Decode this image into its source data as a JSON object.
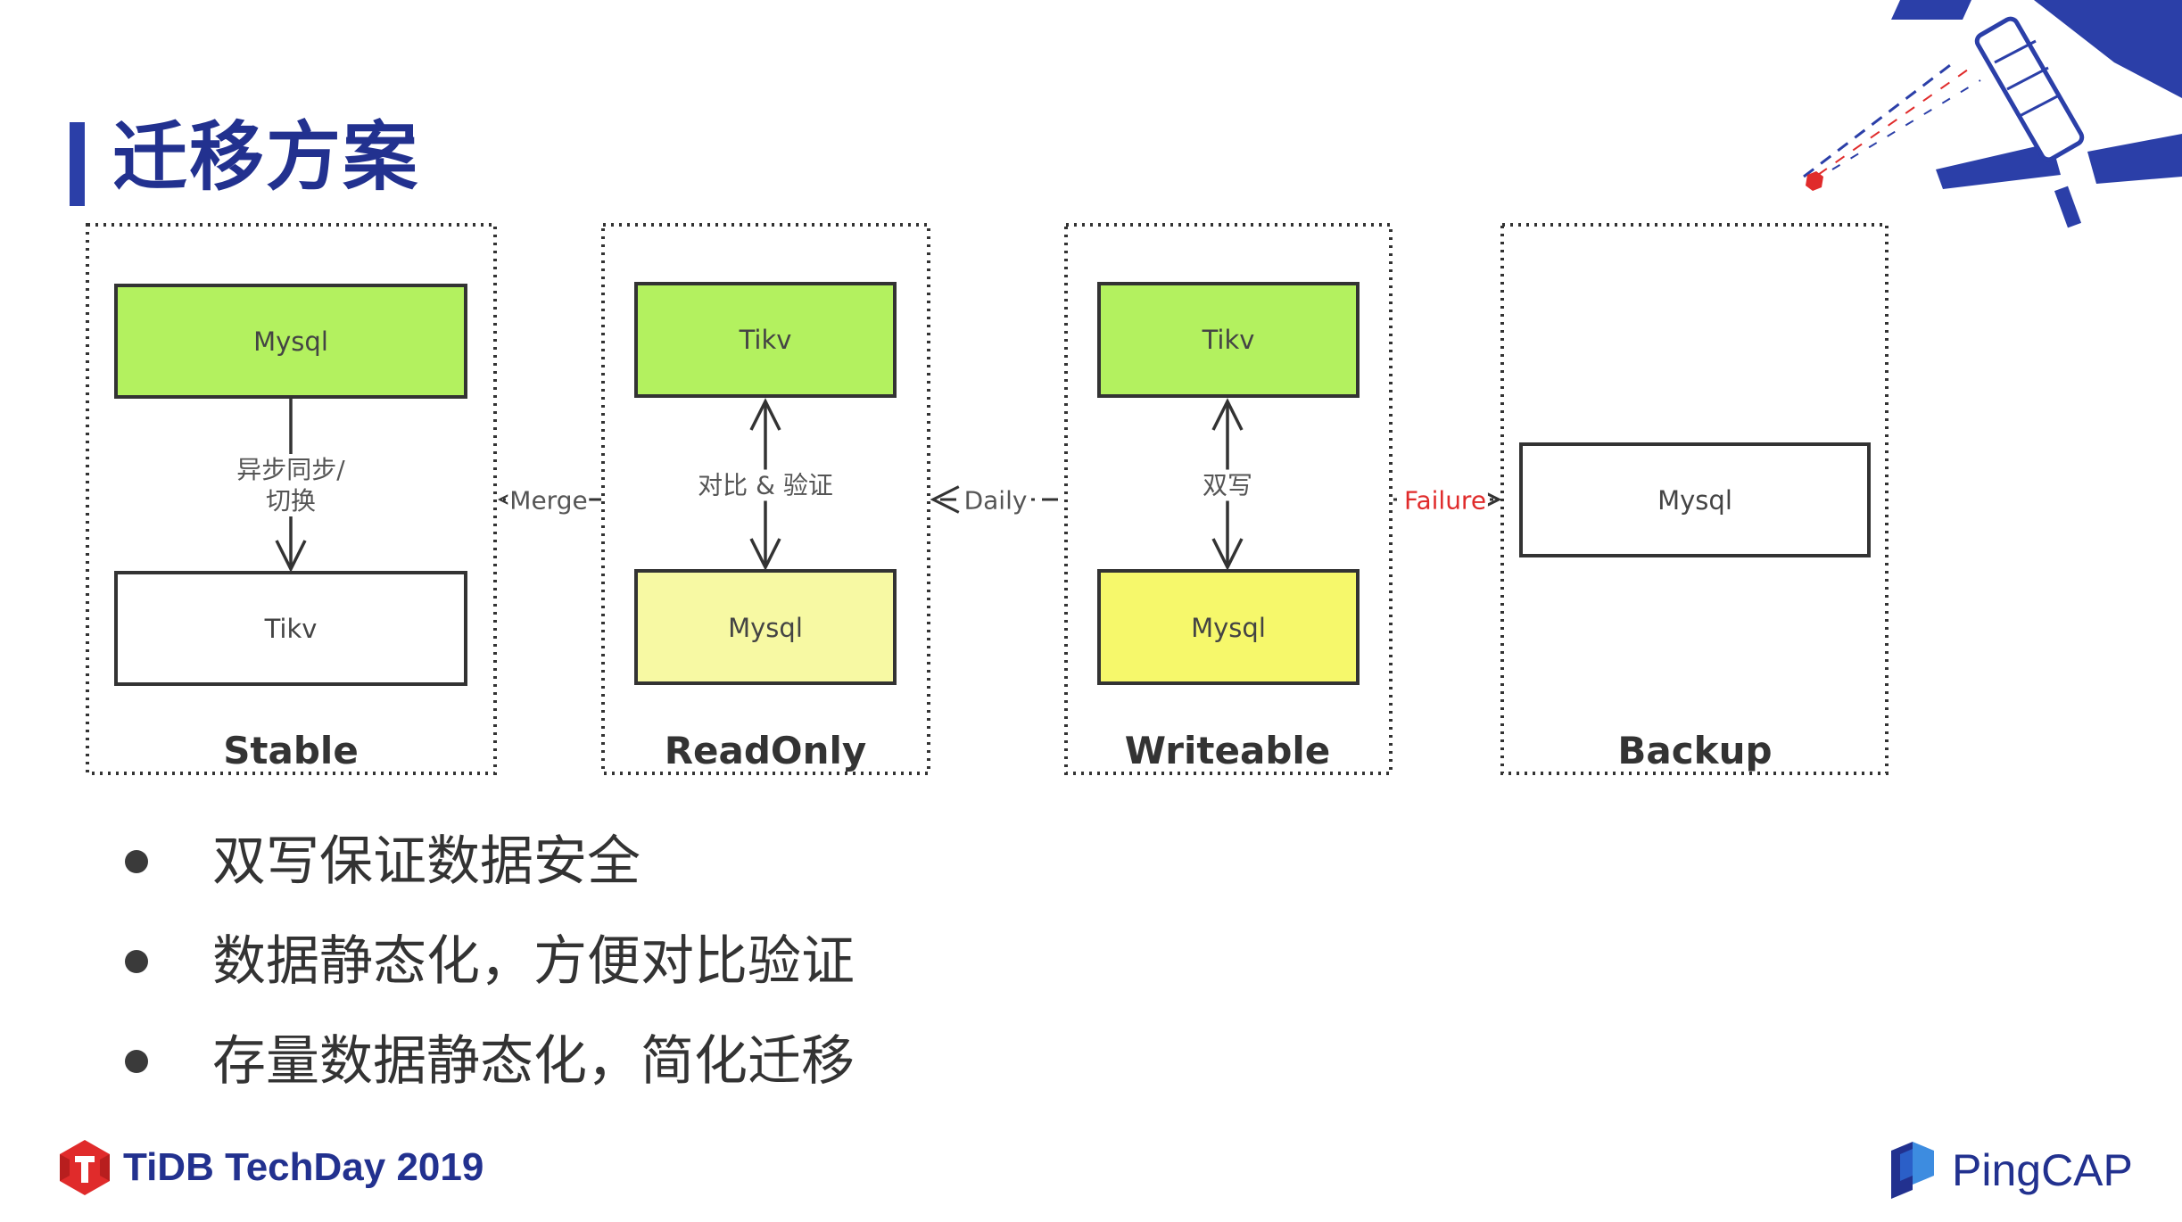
{
  "title": "迁移方案",
  "diagram": {
    "nodes": {
      "stable_top": "Mysql",
      "stable_bottom": "Tikv",
      "readonly_top": "Tikv",
      "readonly_bottom": "Mysql",
      "writeable_top": "Tikv",
      "writeable_bottom": "Mysql",
      "backup": "Mysql"
    },
    "groups": {
      "stable": "Stable",
      "readonly": "ReadOnly",
      "writeable": "Writeable",
      "backup": "Backup"
    },
    "edges": {
      "stable_sync_line1": "异步同步/",
      "stable_sync_line2": "切换",
      "readonly_verify": "对比 & 验证",
      "writeable_dual": "双写",
      "merge": "Merge",
      "daily": "Daily",
      "failure": "Failure"
    },
    "colors": {
      "green": "#b3f15f",
      "yellow_light": "#f7f9a3",
      "yellow": "#f6f86b",
      "failure": "#e02b2b"
    }
  },
  "bullets": [
    "双写保证数据安全",
    "数据静态化，方便对比验证",
    "存量数据静态化，简化迁移"
  ],
  "footer": {
    "left_brand": "TiDB TechDay 2019",
    "right_brand": "PingCAP"
  },
  "icons": {
    "tidb_logo": "tidb-logo-icon",
    "pingcap_logo": "pingcap-logo-icon",
    "satellite": "satellite-icon"
  }
}
